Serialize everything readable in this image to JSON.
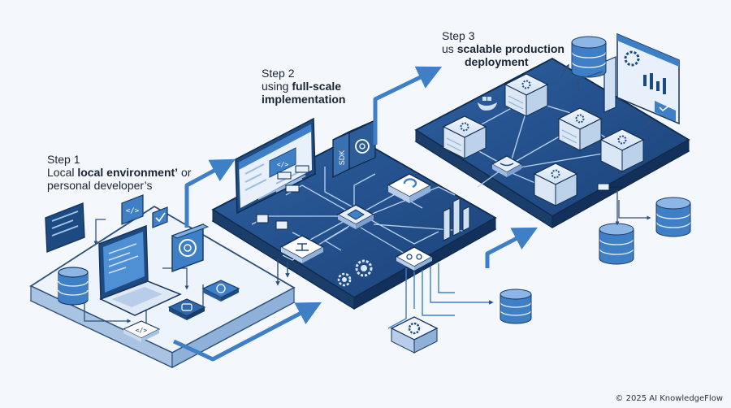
{
  "steps": [
    {
      "title": "Step 1",
      "line1_plain": "Local ",
      "line1_bold": "local environment’",
      "line1_tail": " or",
      "line2": "personal developer’s"
    },
    {
      "title": "Step 2",
      "line1_plain": "using ",
      "line1_bold": "full-scale",
      "line2_bold": "implementation"
    },
    {
      "title": "Step 3",
      "line1_plain": "us ",
      "line1_bold": "scalable production",
      "line2_bold": "deployment"
    }
  ],
  "icons": {
    "code_symbol": "</>",
    "sdk_label": "SDK"
  },
  "footer": "© 2025 AI KnowledgeFlow",
  "colors": {
    "background": "#f4f8fd",
    "platform_light": "#e9f1fb",
    "platform_dark": "#1f4f8c",
    "accent": "#3f7fc6",
    "text": "#1b2433"
  }
}
